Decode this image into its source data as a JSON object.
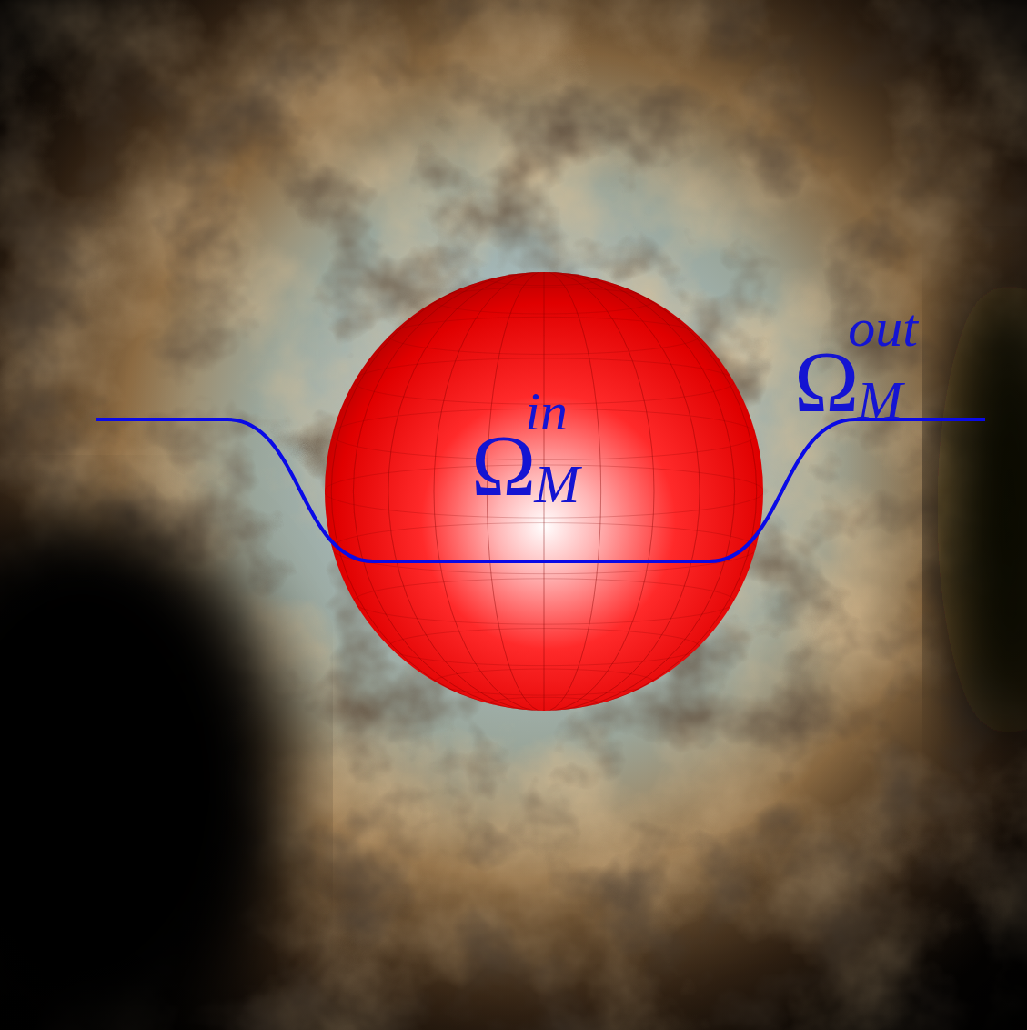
{
  "diagram": {
    "nodes": [
      {
        "text": [
          "Ω",
          "in",
          "M"
        ]
      }
    ],
    "labels": [
      "Ω",
      "out",
      "M"
    ]
  }
}
